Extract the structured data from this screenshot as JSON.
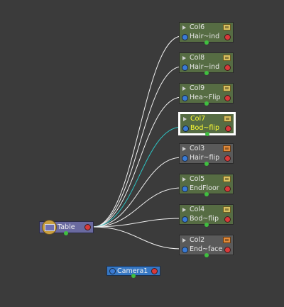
{
  "colors": {
    "background": "#3b3b3b",
    "wire": "#f0f0f0",
    "wire_selected": "#2ec4c4",
    "node_green": "#566c43",
    "node_gray": "#5a5a5a",
    "selected_text": "#ffff33"
  },
  "table_node": {
    "label": "Table",
    "icon": "table-icon"
  },
  "camera_node": {
    "label": "Camera1"
  },
  "col_nodes": [
    {
      "title": "Col6",
      "sub": "Hair~ind",
      "style": "green",
      "badge": "yellow"
    },
    {
      "title": "Col8",
      "sub": "Hair~ind",
      "style": "green",
      "badge": "yellow"
    },
    {
      "title": "Col9",
      "sub": "Hea~Flip",
      "style": "green",
      "badge": "yellow"
    },
    {
      "title": "Col7",
      "sub": "Bod~flip",
      "style": "green",
      "badge": "yellow",
      "selected": true
    },
    {
      "title": "Col3",
      "sub": "Hair~flip",
      "style": "gray",
      "badge": "orange"
    },
    {
      "title": "Col5",
      "sub": "EndFloor",
      "style": "green",
      "badge": "yellow"
    },
    {
      "title": "Col4",
      "sub": "Bod~flip",
      "style": "green",
      "badge": "yellow"
    },
    {
      "title": "Col2",
      "sub": "End~face",
      "style": "gray",
      "badge": "orange"
    }
  ]
}
